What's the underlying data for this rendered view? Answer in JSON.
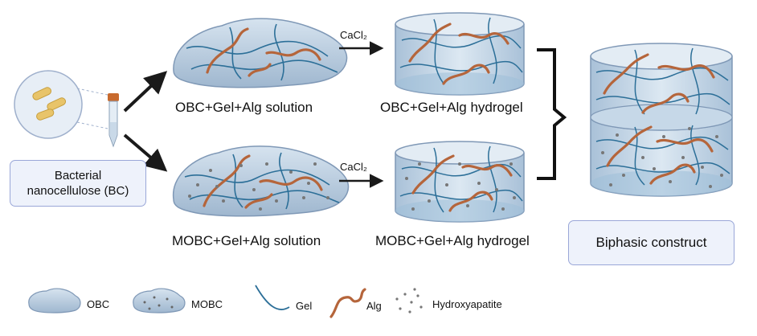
{
  "labels": {
    "bc": [
      "Bacterial",
      "nanocellulose (BC)"
    ],
    "obc_solution": "OBC+Gel+Alg solution",
    "mobc_solution": "MOBC+Gel+Alg solution",
    "obc_hydrogel": "OBC+Gel+Alg hydrogel",
    "mobc_hydrogel": "MOBC+Gel+Alg hydrogel",
    "reagent_top": "CaCl₂",
    "reagent_bottom": "CaCl₂",
    "biphasic": "Biphasic construct"
  },
  "legend": [
    {
      "icon": "cloud-icon",
      "label": "OBC"
    },
    {
      "icon": "dotted-cloud-icon",
      "label": "MOBC"
    },
    {
      "icon": "fiber-curve-icon",
      "label": "Gel"
    },
    {
      "icon": "alginate-chain-icon",
      "label": "Alg"
    },
    {
      "icon": "particles-icon",
      "label": "Hydroxyapatite"
    }
  ],
  "colors": {
    "gel_fiber": "#2c6f98",
    "alginate": "#b5653b",
    "particles": "#777777",
    "matrix_fill": "#c2d5e6",
    "matrix_stroke": "#7f98b6",
    "box_fill": "#eef2fb",
    "box_border": "#9aa7d8",
    "arrow": "#1a1a1a",
    "bacteria": "#e8c46a",
    "tube_cap": "#c86a2e"
  }
}
